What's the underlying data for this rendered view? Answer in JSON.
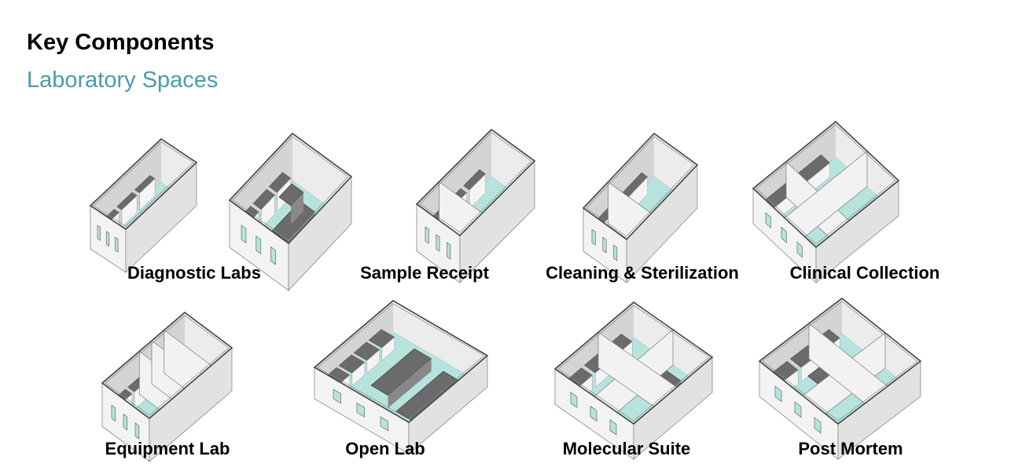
{
  "header": {
    "title": "Key Components",
    "subtitle": "Laboratory Spaces"
  },
  "spaces": [
    {
      "label": "Diagnostic Labs"
    },
    {
      "label": "Sample Receipt"
    },
    {
      "label": "Cleaning & Sterilization"
    },
    {
      "label": "Clinical Collection"
    },
    {
      "label": "Equipment Lab"
    },
    {
      "label": "Open Lab"
    },
    {
      "label": "Molecular Suite"
    },
    {
      "label": "Post Mortem"
    }
  ],
  "colors": {
    "accent": "#4a9bb0",
    "floor": "#b7e3df",
    "wall": "#e6e6e6",
    "bench": "#6b6b6b"
  }
}
